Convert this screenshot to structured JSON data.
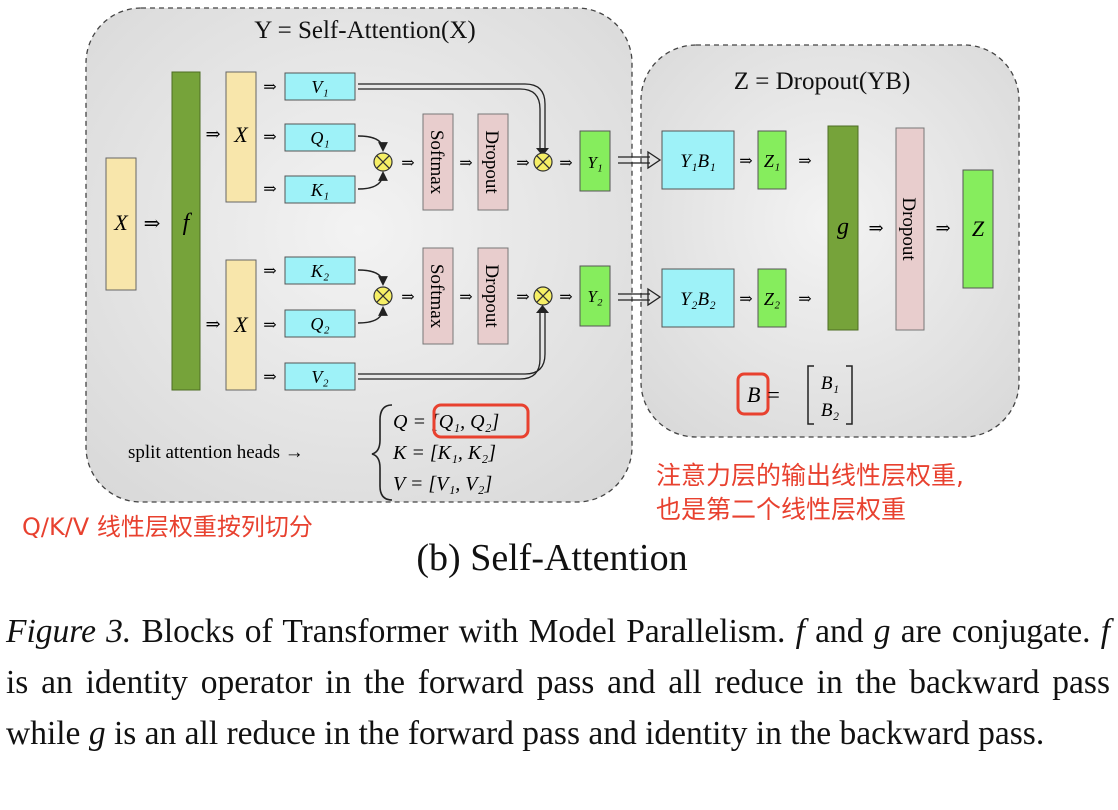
{
  "self_attention_panel": {
    "title": "Y = Self-Attention(X)",
    "input": "X",
    "f_op": "f",
    "head1": {
      "x": "X",
      "v": "V₁",
      "q": "Q₁",
      "k": "K₁",
      "softmax": "Softmax",
      "dropout": "Dropout",
      "y": "Y₁"
    },
    "head2": {
      "x": "X",
      "k": "K₂",
      "q": "Q₂",
      "v": "V₂",
      "softmax": "Softmax",
      "dropout": "Dropout",
      "y": "Y₂"
    },
    "split_label": "split attention heads →",
    "split_eq": [
      "Q = [Q₁, Q₂]",
      "K = [K₁, K₂]",
      "V = [V₁, V₂]"
    ]
  },
  "dropout_panel": {
    "title": "Z = Dropout(YB)",
    "yb1": "Y₁B₁",
    "yb2": "Y₂B₂",
    "z1": "Z₁",
    "z2": "Z₂",
    "g_op": "g",
    "dropout": "Dropout",
    "output": "Z",
    "b_eq_lhs": "B =",
    "b_eq_rows": [
      "B₁",
      "B₂"
    ]
  },
  "annotations": {
    "qkv_note": "Q/K/V 线性层权重按列切分",
    "b_note_line1": "注意力层的输出线性层权重,",
    "b_note_line2": "也是第二个线性层权重"
  },
  "subtitle": "(b) Self-Attention",
  "caption": {
    "label": "Figure 3.",
    "text_1": " Blocks of Transformer with Model Parallelism. ",
    "f": "f",
    "text_2": " and ",
    "g": "g",
    "text_3": " are conjugate. ",
    "f2": "f",
    "text_4": " is an identity operator in the forward pass and all reduce in the backward pass while ",
    "g2": "g",
    "text_5": " is an all reduce in the forward pass and identity in the backward pass."
  },
  "colors": {
    "panel": "#e9e9e9",
    "tan": "#f8e6ab",
    "olive": "#76a33a",
    "cyan": "#9ef2f8",
    "pink": "#e8cdcd",
    "green": "#86ed5d",
    "multiply": "#f6ef66",
    "highlight": "#e8412f"
  }
}
